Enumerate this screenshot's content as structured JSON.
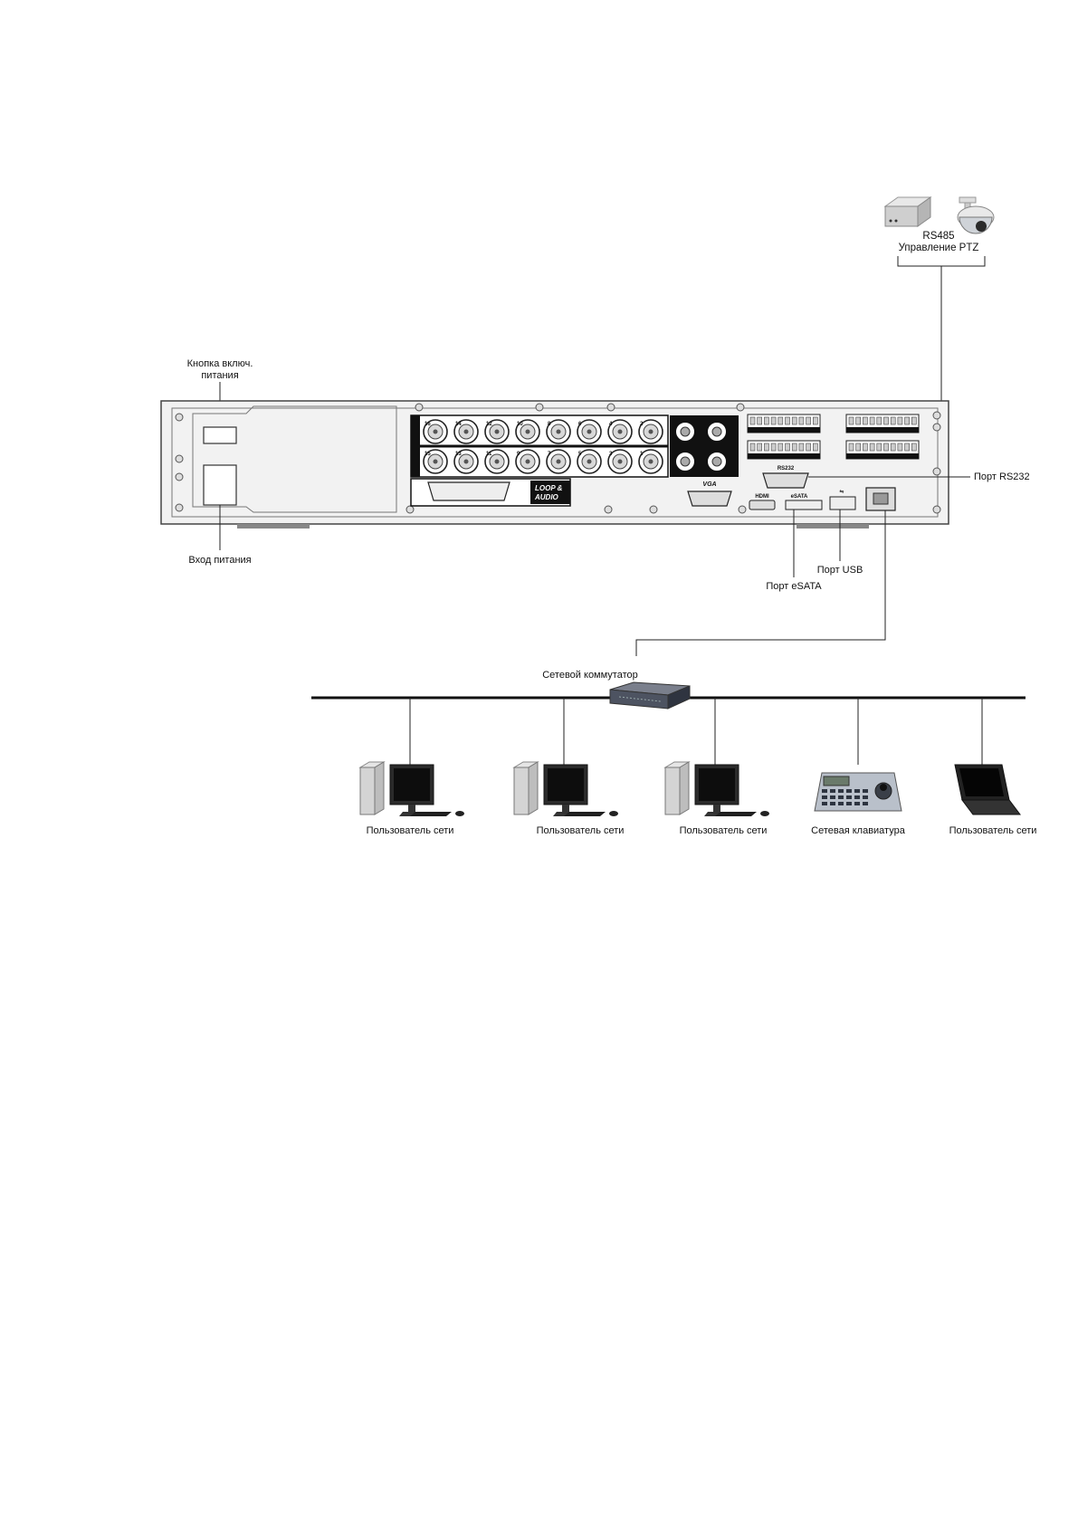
{
  "labels": {
    "power_button": [
      "Кнопка включ.",
      "питания"
    ],
    "power_input": "Вход питания",
    "ptz": [
      "RS485",
      "Управление PTZ"
    ],
    "rs232": "Порт RS232",
    "usb": "Порт USB",
    "esata": "Порт eSATA",
    "switch": "Сетевой коммутатор"
  },
  "panel": {
    "video_in_numbers_top": [
      "16",
      "14",
      "12",
      "10",
      "8",
      "6",
      "4",
      "2"
    ],
    "video_in_numbers_bottom": [
      "15",
      "13",
      "11",
      "9",
      "7",
      "5",
      "3",
      "1"
    ],
    "loop_audio": [
      "LOOP &",
      "AUDIO"
    ],
    "vga": "VGA",
    "hdmi": "HDMI",
    "esata": "eSATA",
    "rs232": "RS232"
  },
  "devices": [
    {
      "type": "pc",
      "label": "Пользователь сети"
    },
    {
      "type": "pc",
      "label": "Пользователь сети"
    },
    {
      "type": "pc",
      "label": "Пользователь сети"
    },
    {
      "type": "keyboard",
      "label": "Сетевая клавиатура"
    },
    {
      "type": "laptop",
      "label": "Пользователь сети"
    }
  ]
}
